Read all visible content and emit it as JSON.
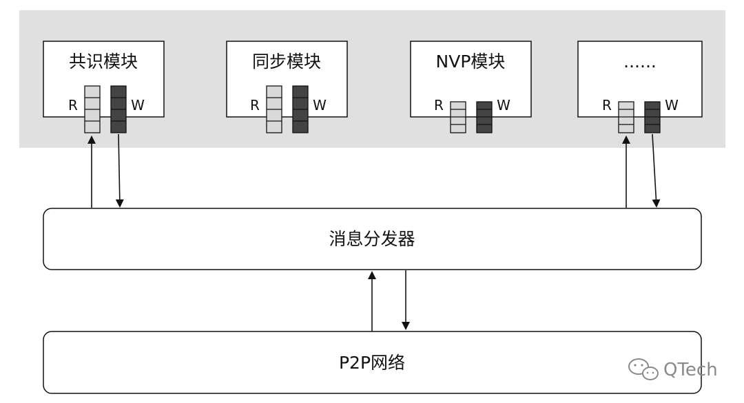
{
  "modules": [
    {
      "title": "共识模块",
      "read_label": "R",
      "write_label": "W"
    },
    {
      "title": "同步模块",
      "read_label": "R",
      "write_label": "W"
    },
    {
      "title": "NVP模块",
      "read_label": "R",
      "write_label": "W"
    },
    {
      "title": "......",
      "read_label": "R",
      "write_label": "W"
    }
  ],
  "dispatcher": {
    "label": "消息分发器"
  },
  "network": {
    "label": "P2P网络"
  },
  "watermark": {
    "text": "QTech",
    "icon": "wechat-icon"
  },
  "colors": {
    "panel": "#e0e0e1",
    "read_queue": "#d9d9d9",
    "write_queue": "#444444",
    "stroke": "#111111"
  }
}
